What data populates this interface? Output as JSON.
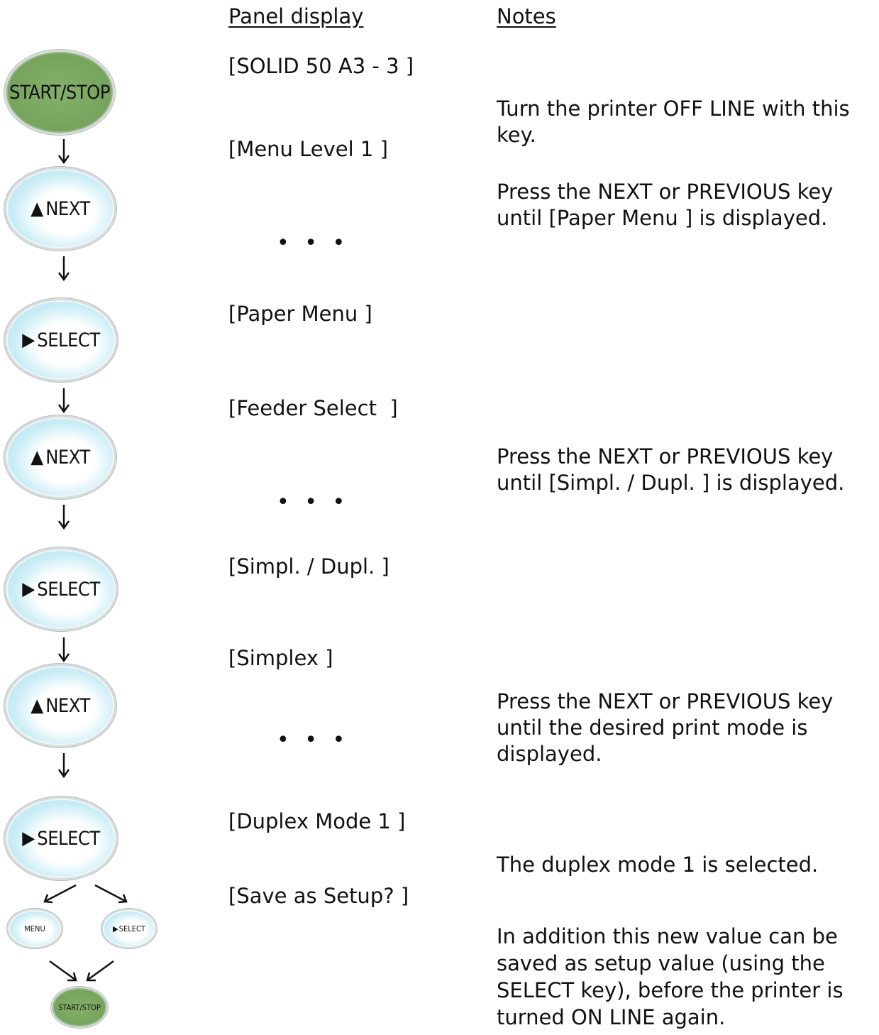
{
  "headers": {
    "panel_display": "Panel display",
    "notes": "Notes"
  },
  "keys": {
    "start_stop": "START/STOP",
    "next": "NEXT",
    "select": "SELECT",
    "menu": "MENU"
  },
  "icons": {
    "next_symbol": "▲",
    "select_symbol": "▶"
  },
  "display": [
    "[SOLID 50 A3 - 3 ]",
    "[Menu Level 1 ]",
    "[Paper Menu ]",
    "[Feeder Select  ]",
    "[Simpl. / Dupl. ]",
    "[Simplex ]",
    "[Duplex Mode 1 ]",
    "[Save as Setup? ]"
  ],
  "ellipsis": "• • •",
  "notes": [
    "Turn the printer OFF LINE with this key.",
    "Press the NEXT or PREVIOUS key until [Paper Menu ] is displayed.",
    "Press the NEXT or PREVIOUS key until [Simpl. / Dupl. ] is displayed.",
    "Press the NEXT or PREVIOUS key until the desired print mode is displayed.",
    "The duplex mode 1 is selected.",
    "In addition this new value can be saved as setup value (using the SELECT key), before the printer is turned ON LINE  again."
  ],
  "colors": {
    "start_stop_key": "#76a35c",
    "blue_key_rim": "#aee2f0",
    "text": "#111111"
  }
}
